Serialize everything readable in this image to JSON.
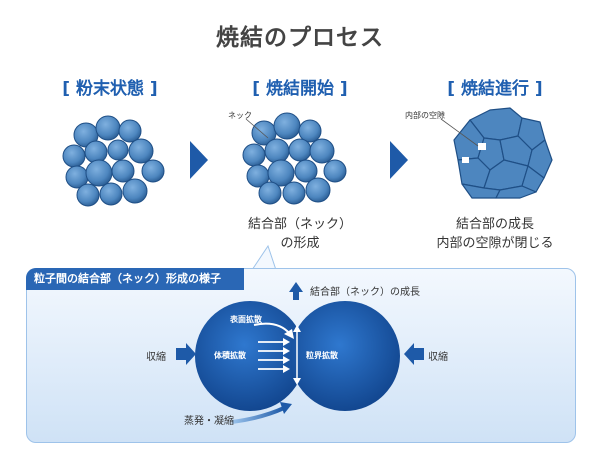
{
  "title": "焼結のプロセス",
  "stages": [
    {
      "label": "[ 粉末状態 ]"
    },
    {
      "label": "[ 焼結開始 ]",
      "callout": "ネック",
      "caption_lines": [
        "結合部（ネック）",
        "の形成"
      ]
    },
    {
      "label": "[ 焼結進行 ]",
      "callout": "内部の空隙",
      "caption_lines": [
        "結合部の成長",
        "内部の空隙が閉じる"
      ]
    }
  ],
  "detail": {
    "title": "粒子間の結合部（ネック）形成の様子",
    "neck_growth": "結合部（ネック）の成長",
    "compression_left": "収縮",
    "compression_right": "収縮",
    "surface_diffusion": "表面拡散",
    "volume_diffusion": "体積拡散",
    "grain_boundary_diffusion": "粒界拡散",
    "evaporation_condensation": "蒸発・凝縮"
  },
  "colors": {
    "accent": "#1f5fb0",
    "particle": "#4d86bf",
    "particle_dark": "#1f4f86",
    "chevron": "#1e5aa8",
    "sphere": "#1450a0"
  }
}
